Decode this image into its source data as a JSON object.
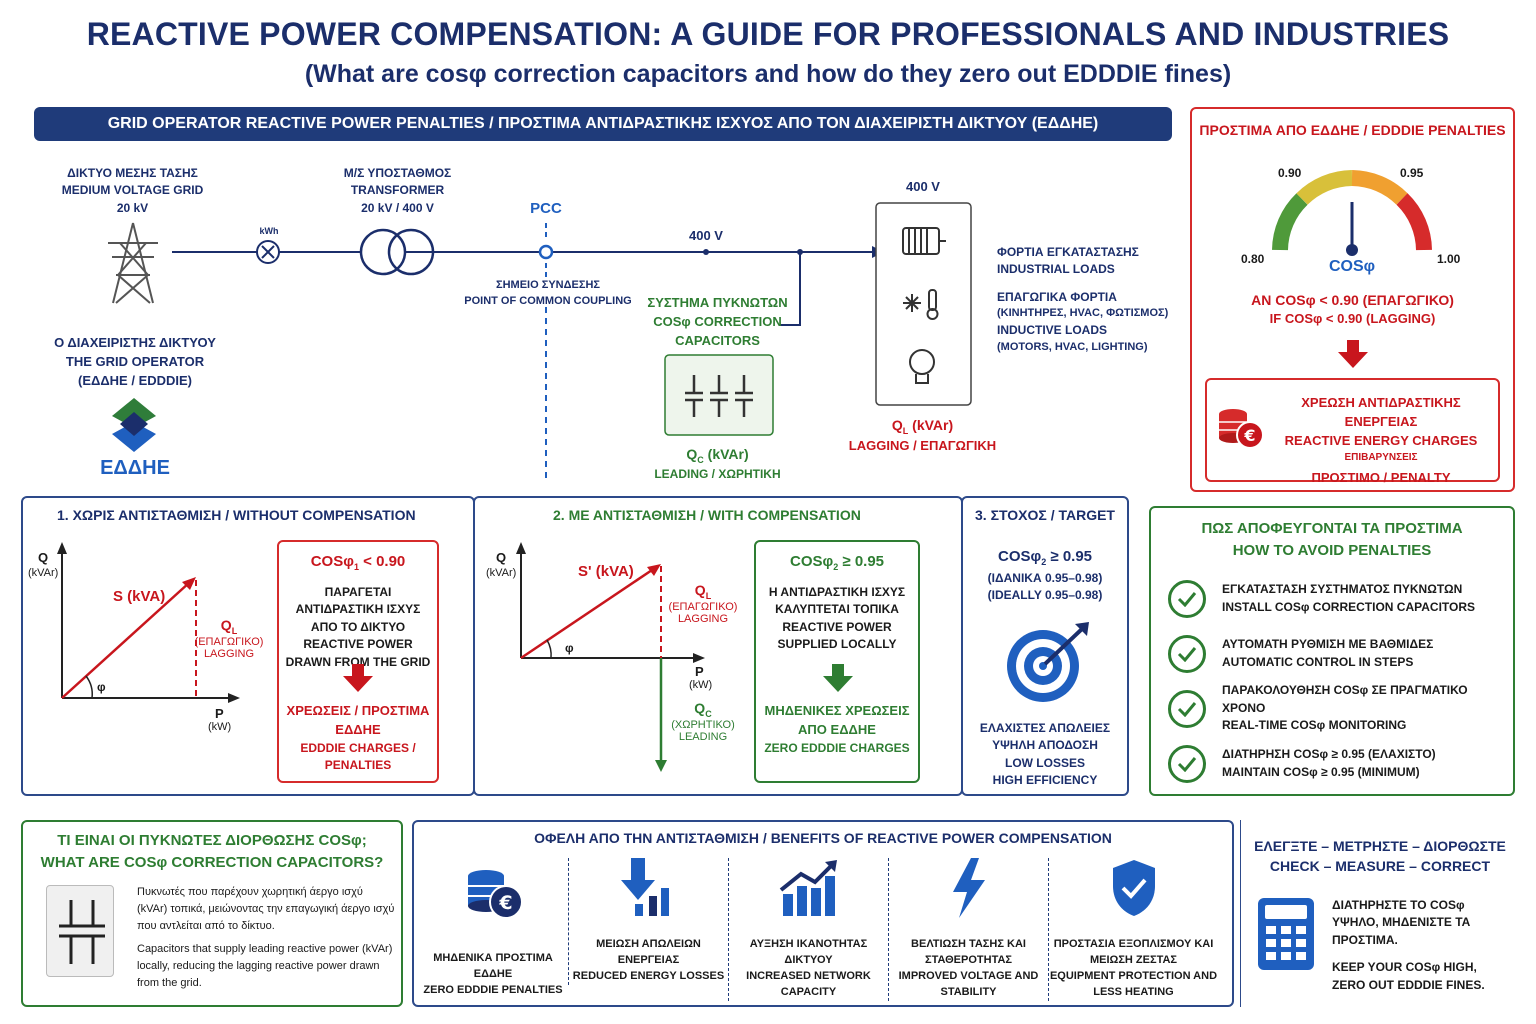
{
  "header": {
    "title": "REACTIVE POWER COMPENSATION: A GUIDE FOR PROFESSIONALS AND INDUSTRIES",
    "subtitle": "(What are cosφ correction capacitors and how do they zero out EDDDIE fines)",
    "banner": "GRID OPERATOR REACTIVE POWER PENALTIES / ΠΡΟΣΤΙΜΑ ΑΝΤΙΔΡΑΣΤΙΚΗΣ ΙΣΧΥΟΣ ΑΠΟ ΤΟΝ ΔΙΑΧΕΙΡΙΣΤΗ ΔΙΚΤΥΟΥ (ΕΔΔΗΕ)"
  },
  "grid_diagram": {
    "mv_grid": {
      "gr": "ΔΙΚΤΥΟ ΜΕΣΗΣ ΤΑΣΗΣ",
      "en": "MEDIUM VOLTAGE GRID",
      "voltage": "20 kV"
    },
    "meter_label": "kWh",
    "transformer": {
      "gr": "Μ/Σ ΥΠΟΣΤΑΘΜΟΣ",
      "en": "TRANSFORMER",
      "ratio": "20 kV / 400 V"
    },
    "pcc": {
      "label": "PCC",
      "gr": "ΣΗΜΕΙΟ ΣΥΝΔΕΣΗΣ",
      "en": "POINT OF COMMON COUPLING"
    },
    "busbar_voltage": "400 V",
    "load_voltage": "400 V",
    "operator": {
      "gr": "Ο ΔΙΑΧΕΙΡΙΣΤΗΣ ΔΙΚΤΥΟΥ",
      "en": "THE GRID OPERATOR",
      "abbr": "(ΕΔΔΗΕ / EDDDIE)",
      "logo_text": "ΕΔΔΗΕ"
    },
    "capacitors": {
      "gr": "ΣΥΣΤΗΜΑ ΠΥΚΝΩΤΩΝ",
      "en1": "COSφ CORRECTION",
      "en2": "CAPACITORS",
      "q_label": "Q",
      "q_sub": "C",
      "q_unit": " (kVAr)",
      "type": "LEADING / ΧΩΡΗΤΙΚΗ"
    },
    "loads": {
      "gr_title": "ΦΟΡΤΙΑ ΕΓΚΑΤΑΣΤΑΣΗΣ",
      "en_title": "INDUSTRIAL LOADS",
      "gr_inductive": "ΕΠΑΓΩΓΙΚΑ ΦΟΡΤΙΑ",
      "gr_list": "(ΚΙΝΗΤΗΡΕΣ, HVAC, ΦΩΤΙΣΜΟΣ)",
      "en_inductive": "INDUCTIVE LOADS",
      "en_list": "(MOTORS, HVAC, LIGHTING)",
      "q_label": "Q",
      "q_sub": "L",
      "q_unit": " (kVAr)",
      "type": "LAGGING / ΕΠΑΓΩΓΙΚΗ"
    }
  },
  "penalties": {
    "title": "ΠΡΟΣΤΙΜΑ ΑΠΟ ΕΔΔΗΕ / EDDDIE PENALTIES",
    "gauge": {
      "labels": [
        "0.80",
        "0.90",
        "0.95",
        "1.00"
      ],
      "center": "COSφ",
      "reading": 0.9
    },
    "cond_gr": "ΑΝ COSφ < 0.90 (ΕΠΑΓΩΓΙΚΟ)",
    "cond_en": "IF COSφ < 0.90 (LAGGING)",
    "charge_gr": "ΧΡΕΩΣΗ ΑΝΤΙΔΡΑΣΤΙΚΗΣ ΕΝΕΡΓΕΙΑΣ",
    "charge_en": "REACTIVE ENERGY CHARGES",
    "charge_sub": "ΕΠΙΒΑΡΥΝΣΕΙΣ",
    "penalty": "ΠΡΟΣΤΙΜΟ / PENALTY"
  },
  "without": {
    "title": "1. ΧΩΡΙΣ ΑΝΤΙΣΤΑΘΜΙΣΗ / WITHOUT COMPENSATION",
    "q_axis": "Q",
    "q_unit": "(kVAr)",
    "p_axis": "P",
    "p_unit": "(kW)",
    "s_label": "S (kVA)",
    "ql_label": "Q",
    "ql_sub": "L",
    "ql_gr": "(ΕΠΑΓΩΓΙΚΟ)",
    "ql_en": "LAGGING",
    "angle": "φ",
    "box_head": "COSφ",
    "box_head_sub": "1",
    "box_head_rest": " < 0.90",
    "box_gr": "ΠΑΡΑΓΕΤΑΙ ΑΝΤΙΔΡΑΣΤΙΚΗ ΙΣΧΥΣ ΑΠΟ ΤΟ ΔΙΚΤΥΟ",
    "box_en": "REACTIVE POWER DRAWN FROM THE GRID",
    "box_res_gr": "ΧΡΕΩΣΕΙΣ / ΠΡΟΣΤΙΜΑ ΕΔΔΗΕ",
    "box_res_en": "EDDDIE CHARGES / PENALTIES"
  },
  "with": {
    "title": "2. ΜΕ ΑΝΤΙΣΤΑΘΜΙΣΗ / WITH COMPENSATION",
    "q_axis": "Q",
    "q_unit": "(kVAr)",
    "p_axis": "P",
    "p_unit": "(kW)",
    "s_label": "S' (kVA)",
    "ql_label": "Q",
    "ql_sub": "L",
    "ql_gr": "(ΕΠΑΓΩΓΙΚΟ)",
    "ql_en": "LAGGING",
    "qc_label": "Q",
    "qc_sub": "C",
    "qc_gr": "(ΧΩΡΗΤΙΚΟ)",
    "qc_en": "LEADING",
    "angle": "φ",
    "box_head": "COSφ",
    "box_head_sub": "2",
    "box_head_rest": " ≥ 0.95",
    "box_gr": "Η ΑΝΤΙΔΡΑΣΤΙΚΗ ΙΣΧΥΣ ΚΑΛΥΠΤΕΤΑΙ ΤΟΠΙΚΑ",
    "box_en": "REACTIVE POWER SUPPLIED LOCALLY",
    "box_res_gr": "ΜΗΔΕΝΙΚΕΣ ΧΡΕΩΣΕΙΣ ΑΠΟ ΕΔΔΗΕ",
    "box_res_en": "ZERO EDDDIE CHARGES"
  },
  "target": {
    "title": "3. ΣΤΟΧΟΣ / TARGET",
    "head": "COSφ",
    "head_sub": "2",
    "head_rest": " ≥ 0.95",
    "gr_ideal": "(ΙΔΑΝΙΚΑ 0.95–0.98)",
    "en_ideal": "(IDEALLY 0.95–0.98)",
    "gr1": "ΕΛΑΧΙΣΤΕΣ ΑΠΩΛΕΙΕΣ",
    "gr2": "ΥΨΗΛΗ ΑΠΟΔΟΣΗ",
    "en1": "LOW LOSSES",
    "en2": "HIGH EFFICIENCY"
  },
  "avoid": {
    "title_gr": "ΠΩΣ ΑΠΟΦΕΥΓΟΝΤΑΙ ΤΑ ΠΡΟΣΤΙΜΑ",
    "title_en": "HOW TO AVOID PENALTIES",
    "items": [
      {
        "gr": "ΕΓΚΑΤΑΣΤΑΣΗ ΣΥΣΤΗΜΑΤΟΣ ΠΥΚΝΩΤΩΝ",
        "en": "INSTALL COSφ CORRECTION CAPACITORS"
      },
      {
        "gr": "ΑΥΤΟΜΑΤΗ ΡΥΘΜΙΣΗ ΜΕ ΒΑΘΜΙΔΕΣ",
        "en": "AUTOMATIC CONTROL IN STEPS"
      },
      {
        "gr": "ΠΑΡΑΚΟΛΟΥΘΗΣΗ COSφ ΣΕ ΠΡΑΓΜΑΤΙΚΟ ΧΡΟΝΟ",
        "en": "REAL-TIME COSφ MONITORING"
      },
      {
        "gr": "ΔΙΑΤΗΡΗΣΗ COSφ ≥ 0.95 (ΕΛΑΧΙΣΤΟ)",
        "en": "MAINTAIN COSφ ≥ 0.95 (MINIMUM)"
      }
    ]
  },
  "what": {
    "title_gr": "ΤΙ ΕΙΝΑΙ ΟΙ ΠΥΚΝΩΤΕΣ ΔΙΟΡΘΩΣΗΣ COSφ;",
    "title_en": "WHAT ARE COSφ CORRECTION CAPACITORS?",
    "text_gr": "Πυκνωτές που παρέχουν χωρητική άεργο ισχύ (kVAr) τοπικά, μειώνοντας την επαγωγική άεργο ισχύ που αντλείται από το δίκτυο.",
    "text_en": "Capacitors that supply leading reactive power (kVAr) locally, reducing the lagging reactive power drawn from the grid."
  },
  "benefits": {
    "title": "ΟΦΕΛΗ ΑΠΟ ΤΗΝ ΑΝΤΙΣΤΑΘΜΙΣΗ / BENEFITS OF REACTIVE POWER COMPENSATION",
    "items": [
      {
        "icon": "euro-coins-icon",
        "gr": "ΜΗΔΕΝΙΚΑ ΠΡΟΣΤΙΜΑ ΕΔΔΗΕ",
        "en": "ZERO EDDDIE PENALTIES"
      },
      {
        "icon": "down-arrow-chart-icon",
        "gr": "ΜΕΙΩΣΗ ΑΠΩΛΕΙΩΝ ΕΝΕΡΓΕΙΑΣ",
        "en": "REDUCED ENERGY LOSSES"
      },
      {
        "icon": "growth-chart-icon",
        "gr": "ΑΥΞΗΣΗ ΙΚΑΝΟΤΗΤΑΣ ΔΙΚΤΥΟΥ",
        "en": "INCREASED NETWORK CAPACITY"
      },
      {
        "icon": "lightning-icon",
        "gr": "ΒΕΛΤΙΩΣΗ ΤΑΣΗΣ ΚΑΙ ΣΤΑΘΕΡΟΤΗΤΑΣ",
        "en": "IMPROVED VOLTAGE AND STABILITY"
      },
      {
        "icon": "shield-check-icon",
        "gr": "ΠΡΟΣΤΑΣΙΑ ΕΞΟΠΛΙΣΜΟΥ ΚΑΙ ΜΕΙΩΣΗ ΖΕΣΤΑΣ",
        "en": "EQUIPMENT PROTECTION AND LESS HEATING"
      }
    ]
  },
  "check": {
    "title_gr": "ΕΛΕΓΞΤΕ – ΜΕΤΡΗΣΤΕ – ΔΙΟΡΘΩΣΤΕ",
    "title_en": "CHECK – MEASURE – CORRECT",
    "text_gr": "ΔΙΑΤΗΡΗΣΤΕ ΤΟ COSφ ΥΨΗΛΟ, ΜΗΔΕΝΙΣΤΕ ΤΑ ΠΡΟΣΤΙΜΑ.",
    "text_en": "KEEP YOUR COSφ HIGH, ZERO OUT EDDDIE FINES."
  },
  "colors": {
    "navy": "#1b2e6b",
    "red": "#c8161d",
    "green": "#2e7d32",
    "banner": "#1f3b7a"
  }
}
